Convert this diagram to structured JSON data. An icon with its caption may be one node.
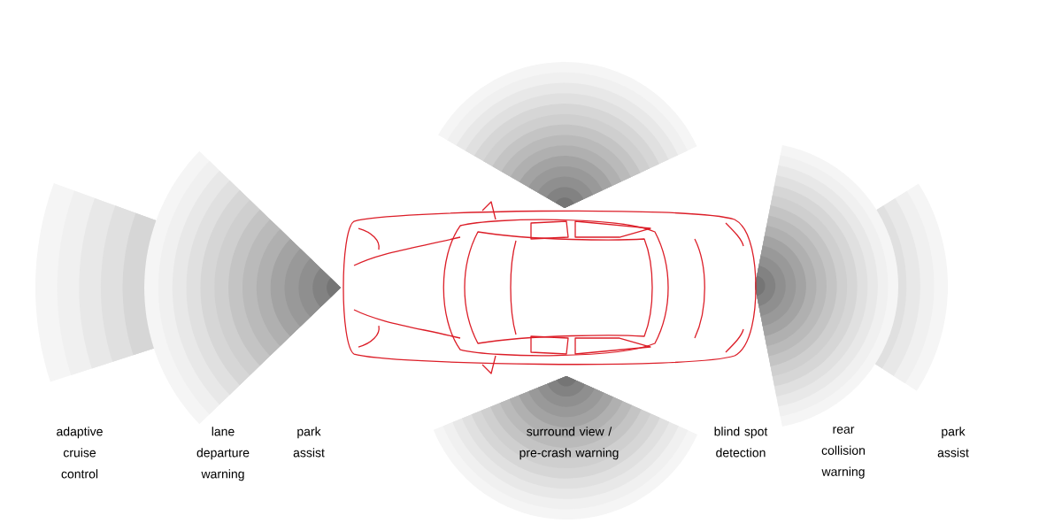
{
  "diagram": {
    "labels": [
      "adaptive cruise control",
      "lane departure warning",
      "park assist",
      "surround view / pre-crash warning",
      "blind spot detection",
      "rear collision warning",
      "park assist"
    ]
  }
}
